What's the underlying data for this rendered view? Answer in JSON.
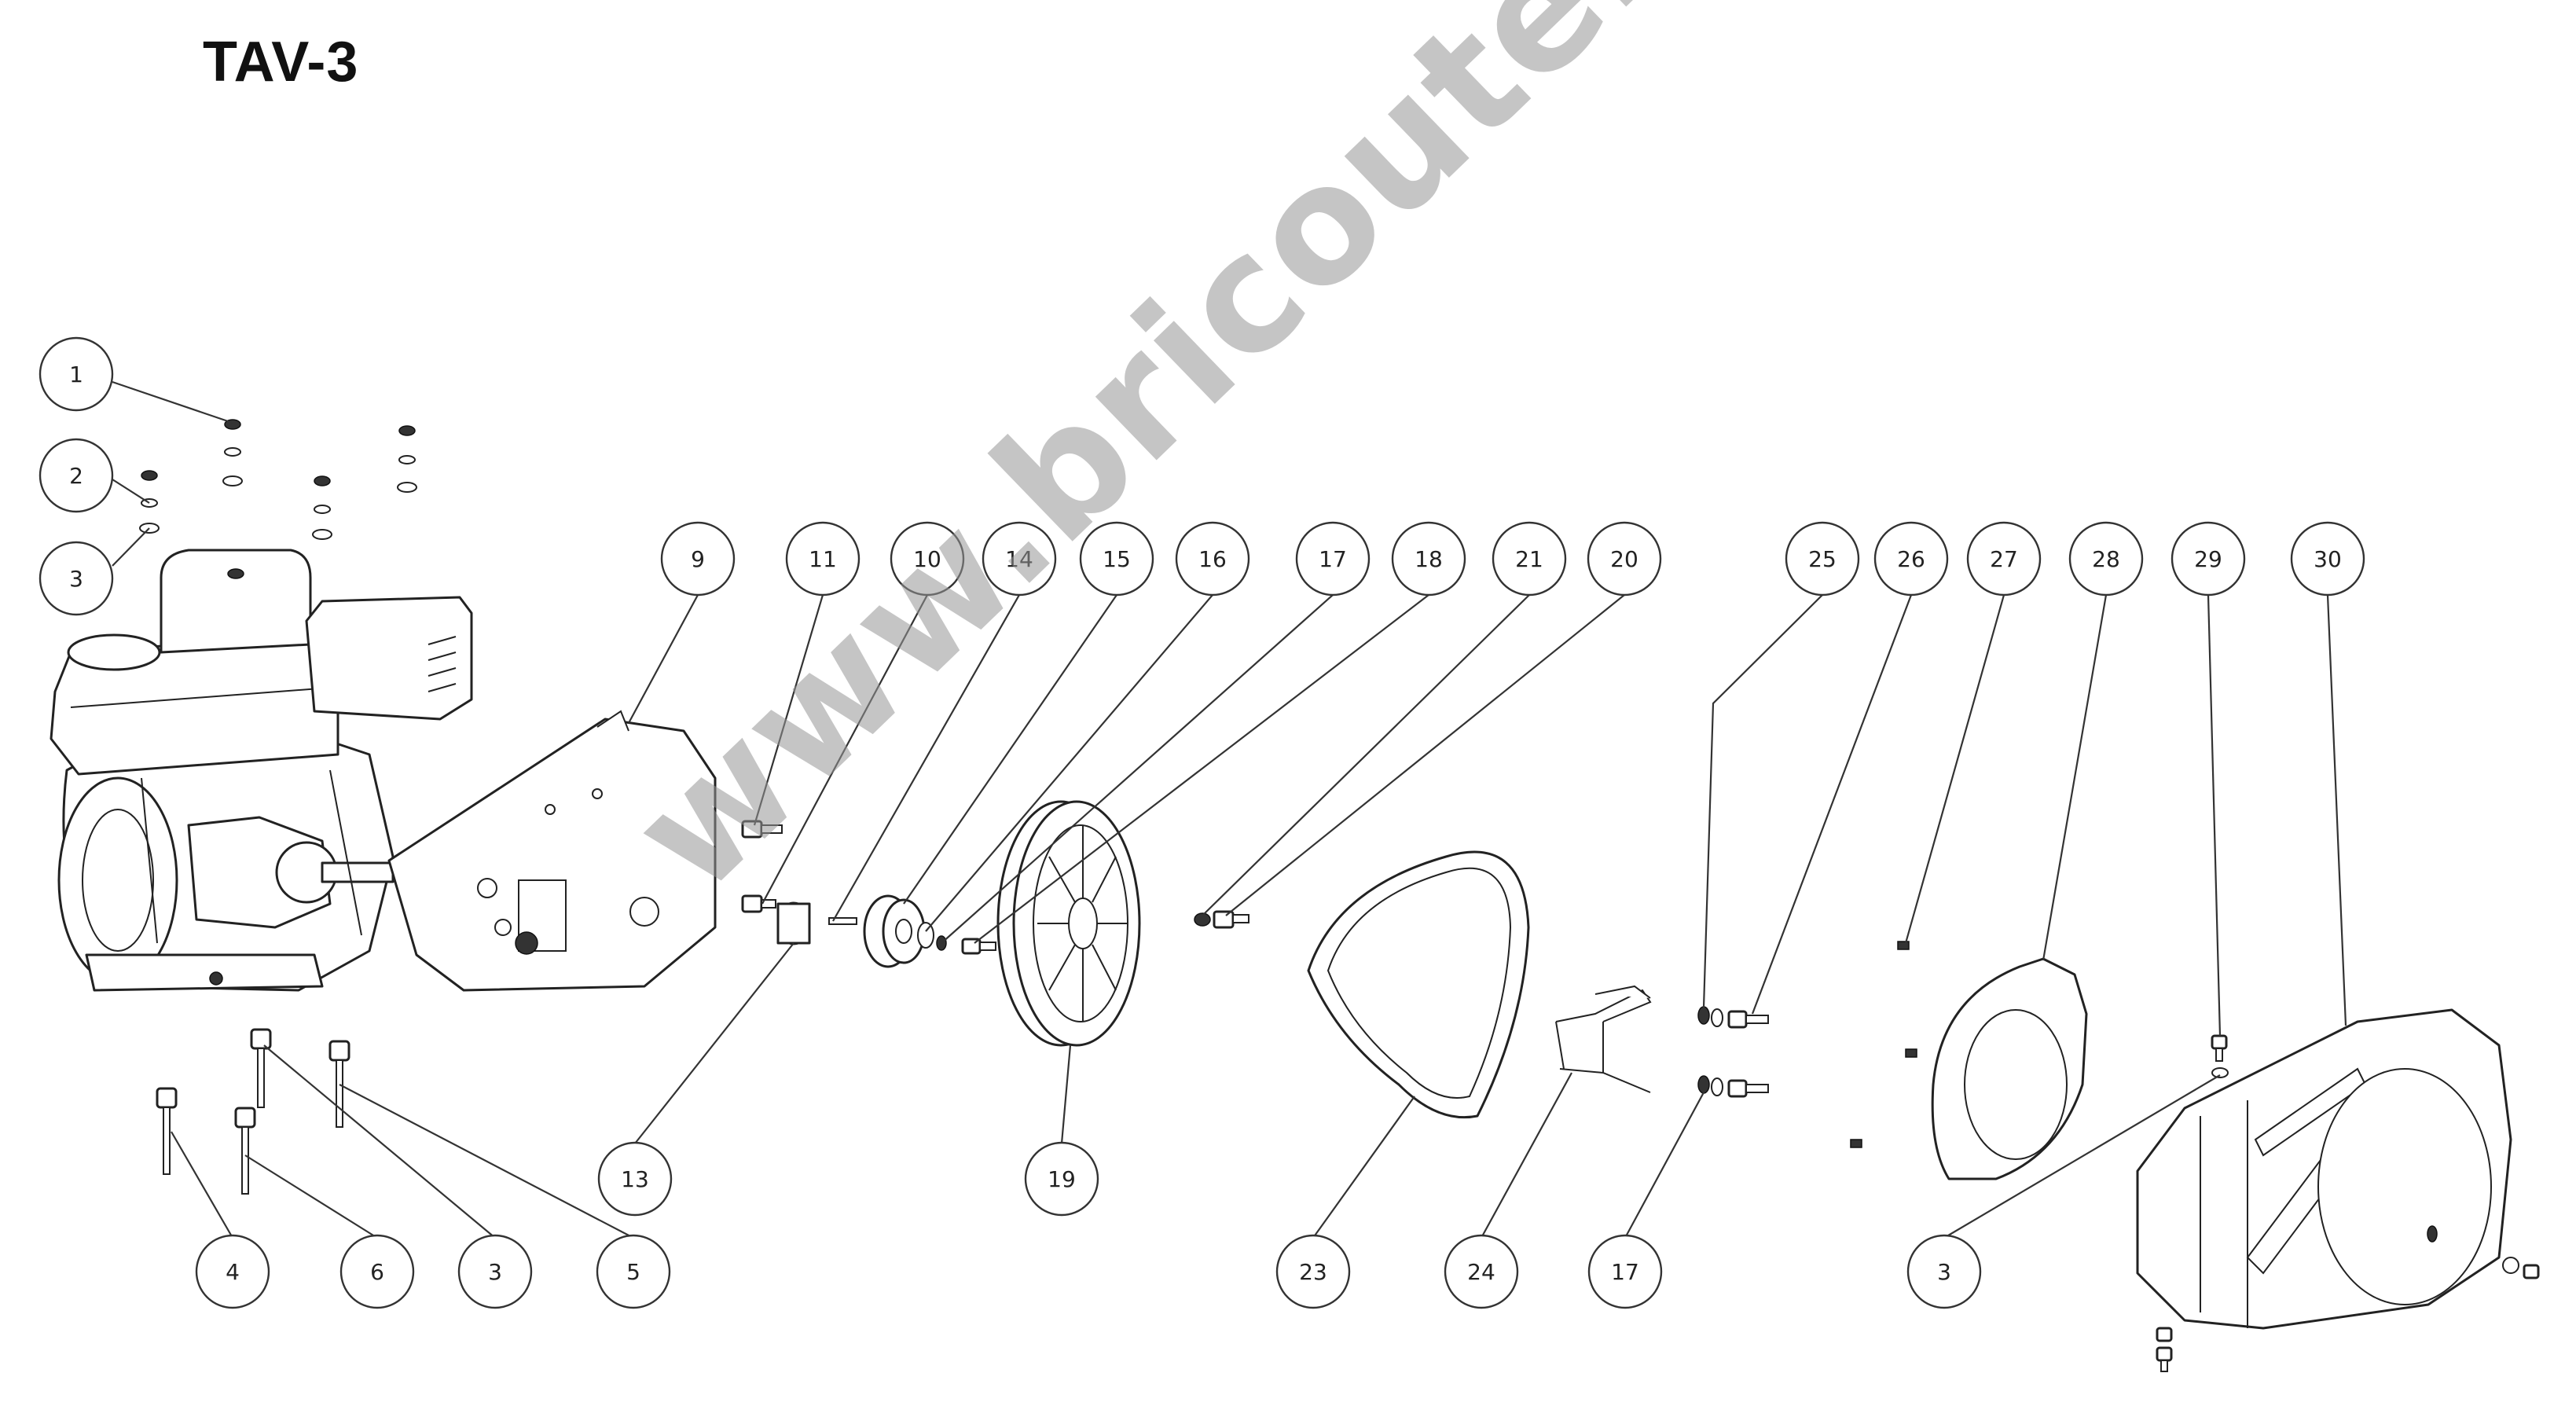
{
  "title": "TAV-3",
  "watermark": "www.bricoutensili.com",
  "callouts": {
    "c1": "1",
    "c2": "2",
    "c3a": "3",
    "c9": "9",
    "c11": "11",
    "c10": "10",
    "c14": "14",
    "c15": "15",
    "c16": "16",
    "c17a": "17",
    "c18": "18",
    "c21": "21",
    "c20": "20",
    "c25": "25",
    "c26": "26",
    "c27": "27",
    "c28": "28",
    "c29": "29",
    "c30": "30",
    "c13": "13",
    "c19": "19",
    "c4": "4",
    "c6": "6",
    "c3b": "3",
    "c5": "5",
    "c23": "23",
    "c24": "24",
    "c17b": "17",
    "c3c": "3"
  }
}
